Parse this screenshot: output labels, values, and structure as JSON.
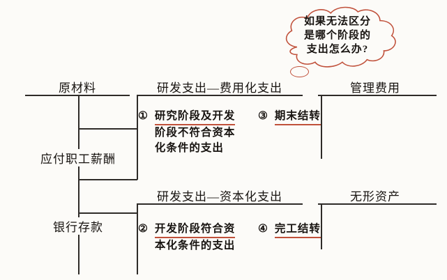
{
  "colors": {
    "accent": "#c0503a",
    "line": "#2e2b28",
    "text": "#171310",
    "background": "#fcfbf8"
  },
  "thought_bubble": {
    "lines": [
      "如果无法区分",
      "是哪个阶段的",
      "支出怎么办?"
    ]
  },
  "accounts": {
    "raw_materials": "原材料",
    "payroll_payable": "应付职工薪酬",
    "bank_deposits": "银行存款",
    "rd_expensed": "研发支出—费用化支出",
    "rd_capitalized": "研发支出—资本化支出",
    "admin_expense": "管理费用",
    "intangible_assets": "无形资产"
  },
  "annotations": {
    "item1": {
      "num": "①",
      "lines": [
        "研究阶段及开发",
        "阶段不符合资本",
        "化条件的支出"
      ]
    },
    "item2": {
      "num": "②",
      "lines": [
        "开发阶段符合资",
        "本化条件的支出"
      ]
    },
    "item3": {
      "num": "③",
      "text": "期末结转"
    },
    "item4": {
      "num": "④",
      "text": "完工结转"
    }
  }
}
